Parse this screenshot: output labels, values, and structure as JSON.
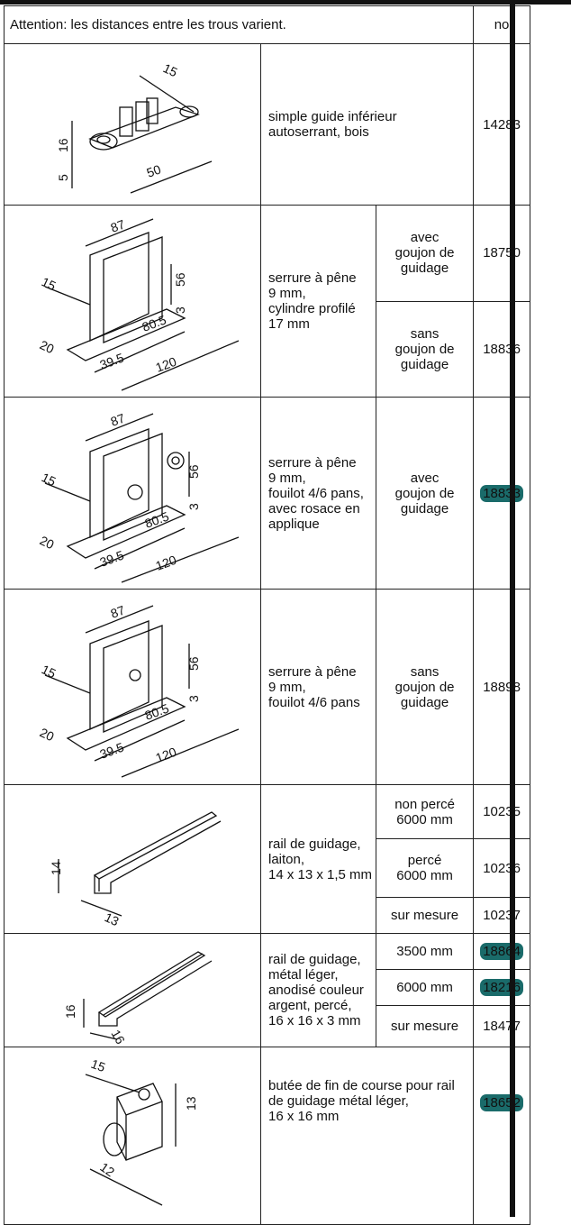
{
  "header": {
    "notice": "Attention: les distances entre les trous varient.",
    "col_no": "no"
  },
  "rows": [
    {
      "desc": [
        "simple guide inférieur",
        "autoserrant, bois"
      ],
      "no": "14283",
      "dims": [
        "15",
        "16",
        "5",
        "50"
      ]
    },
    {
      "desc": [
        "serrure à pêne",
        "9 mm,",
        "cylindre profilé",
        "17 mm"
      ],
      "variants": [
        {
          "label": [
            "avec",
            "goujon de",
            "guidage"
          ],
          "no": "18750"
        },
        {
          "label": [
            "sans",
            "goujon de",
            "guidage"
          ],
          "no": "18836"
        }
      ],
      "dims": [
        "87",
        "56",
        "15",
        "3",
        "80.5",
        "20",
        "39.5",
        "120"
      ]
    },
    {
      "desc": [
        "serrure à pêne",
        "9 mm,",
        "fouilot 4/6 pans,",
        "avec rosace en",
        "applique"
      ],
      "variant": [
        "avec",
        "goujon de",
        "guidage"
      ],
      "no": "18833",
      "dims": [
        "87",
        "56",
        "15",
        "3",
        "80.5",
        "20",
        "39.5",
        "120"
      ]
    },
    {
      "desc": [
        "serrure à pêne",
        "9 mm,",
        "fouilot 4/6 pans"
      ],
      "variant": [
        "sans",
        "goujon de",
        "guidage"
      ],
      "no": "18898",
      "dims": [
        "87",
        "56",
        "15",
        "3",
        "80.5",
        "20",
        "39.5",
        "120"
      ]
    },
    {
      "desc": [
        "rail de guidage,",
        "laiton,",
        "14 x 13 x 1,5 mm"
      ],
      "variants": [
        {
          "label": [
            "non percé",
            "6000 mm"
          ],
          "no": "10235"
        },
        {
          "label": [
            "percé",
            "6000 mm"
          ],
          "no": "10236"
        },
        {
          "label": [
            "sur mesure"
          ],
          "no": "10237"
        }
      ],
      "dims": [
        "14",
        "13"
      ]
    },
    {
      "desc": [
        "rail de guidage,",
        "métal léger,",
        "anodisé couleur",
        "argent, percé,",
        "16 x 16 x 3 mm"
      ],
      "variants": [
        {
          "label": [
            "3500 mm"
          ],
          "no": "18864"
        },
        {
          "label": [
            "6000 mm"
          ],
          "no": "18216"
        },
        {
          "label": [
            "sur mesure"
          ],
          "no": "18477"
        }
      ],
      "dims": [
        "16",
        "16"
      ]
    },
    {
      "desc": [
        "butée de fin de course pour rail",
        "de guidage métal léger,",
        "16 x 16 mm"
      ],
      "no": "18652",
      "dims": [
        "15",
        "13",
        "12"
      ]
    }
  ],
  "colors": {
    "badge": "#1a6b6a",
    "rule": "#111111"
  }
}
